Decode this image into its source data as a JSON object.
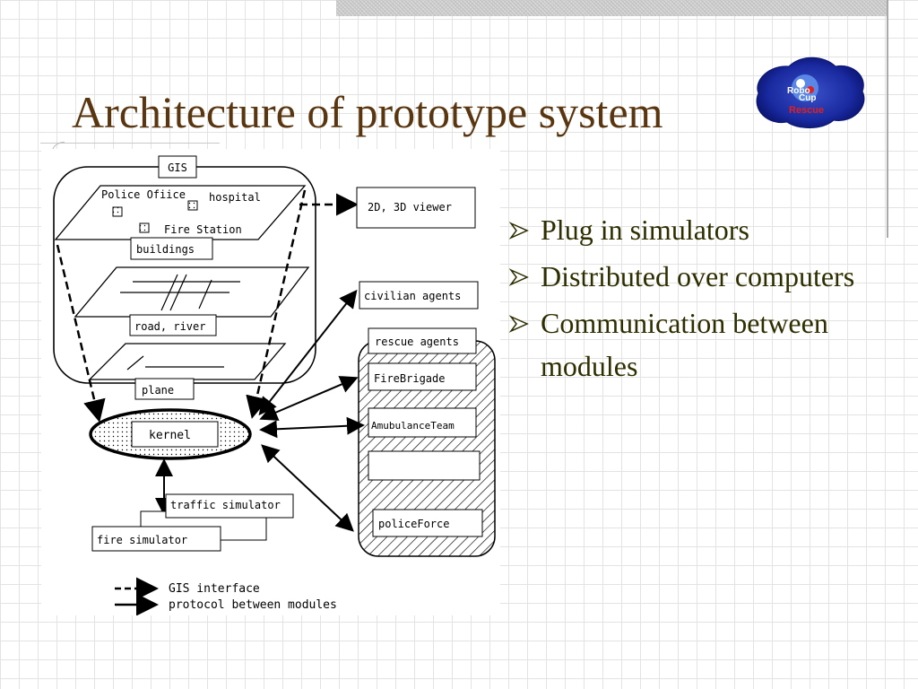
{
  "slide": {
    "title": "Architecture of prototype system",
    "logo": {
      "icon": "robocup-rescue-logo",
      "text_line1": "Robo",
      "text_line2": "Cup",
      "text_line3": "Rescue"
    },
    "bullets": [
      {
        "text": "Plug in simulators",
        "icon": "arrow-bullet-icon"
      },
      {
        "text": "Distributed over computers",
        "icon": "arrow-bullet-icon"
      },
      {
        "text": "Communication between modules",
        "icon": "arrow-bullet-icon"
      }
    ],
    "colors": {
      "title": "#5a3610",
      "bullet_text": "#2e2e00",
      "grid": "#e3e3e3"
    }
  },
  "diagram": {
    "gis_label": "GIS",
    "gis_layers": {
      "police_office": "Police Ofiice",
      "hospital": "hospital",
      "fire_station": "Fire Station",
      "buildings": "buildings",
      "road_river": "road, river",
      "plane": "plane"
    },
    "kernel": "kernel",
    "viewer": "2D, 3D viewer",
    "civilian_agents": "civilian agents",
    "rescue_agents": "rescue agents",
    "agents": [
      "FireBrigade",
      "AmubulanceTeam",
      "",
      "policeForce"
    ],
    "traffic_simulator": "traffic simulator",
    "fire_simulator": "fire simulator",
    "legend": {
      "gis_interface": "GIS interface",
      "protocol": "protocol between modules"
    }
  }
}
